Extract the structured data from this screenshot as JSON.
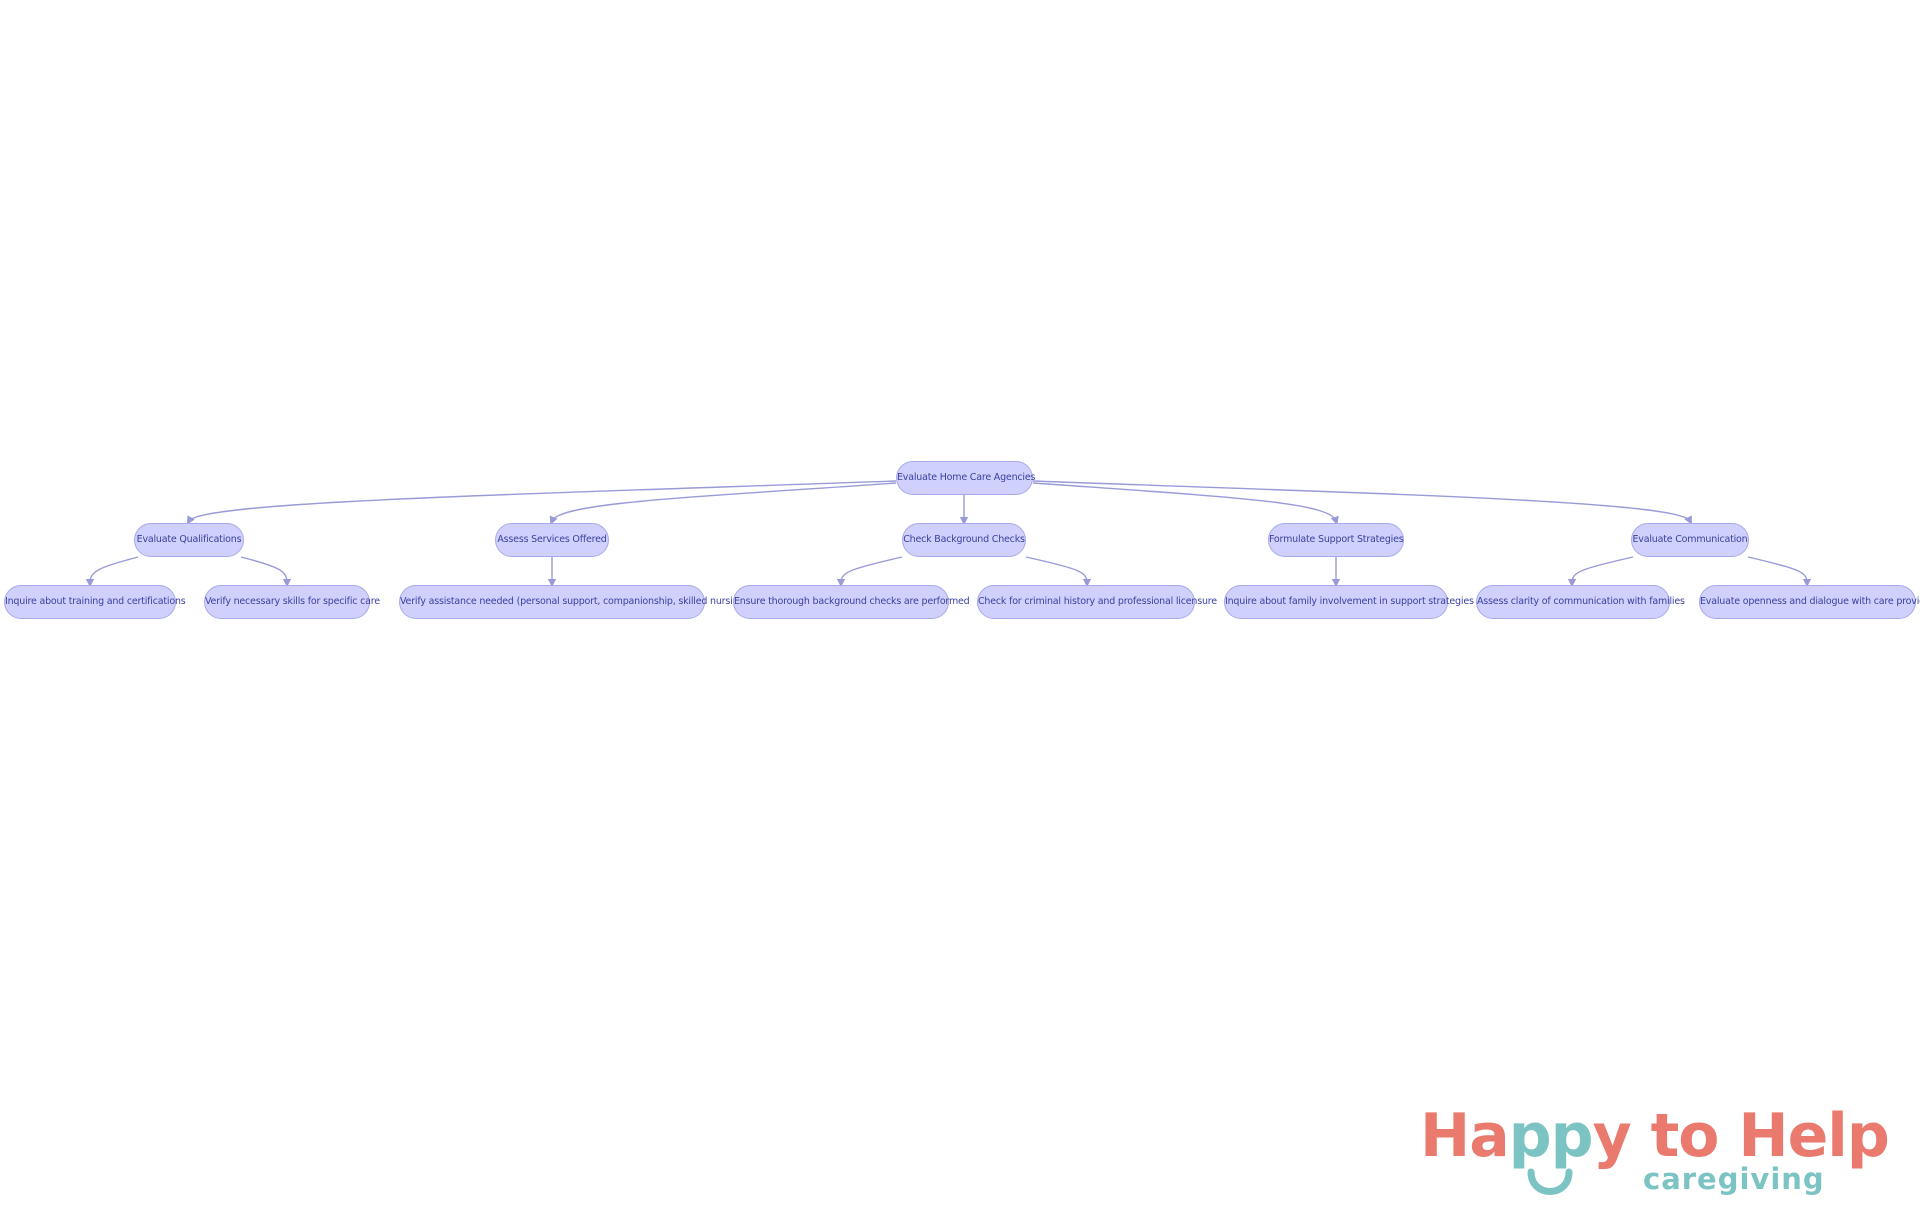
{
  "diagram": {
    "root": "Evaluate Home Care Agencies",
    "categories": [
      {
        "label": "Evaluate Qualifications",
        "children": [
          "Inquire about training and certifications",
          "Verify necessary skills for specific care"
        ]
      },
      {
        "label": "Assess Services Offered",
        "children": [
          "Verify assistance needed (personal support, companionship, skilled nursing)"
        ]
      },
      {
        "label": "Check Background Checks",
        "children": [
          "Ensure thorough background checks are performed",
          "Check for criminal history and professional licensure"
        ]
      },
      {
        "label": "Formulate Support Strategies",
        "children": [
          "Inquire about family involvement in support strategies"
        ]
      },
      {
        "label": "Evaluate Communication",
        "children": [
          "Assess clarity of communication with families",
          "Evaluate openness and dialogue with care providers"
        ]
      }
    ],
    "colors": {
      "node_fill": "#cfd0fb",
      "node_border": "#a9a9ea",
      "node_text": "#3b3fa0",
      "edge": "#9a9ad8"
    }
  },
  "logo": {
    "part1": "Ha",
    "part2": "pp",
    "part3": "y to Help",
    "subtitle": "caregiving",
    "colors": {
      "coral": "#ea7a6e",
      "teal": "#7cc3c4"
    }
  }
}
